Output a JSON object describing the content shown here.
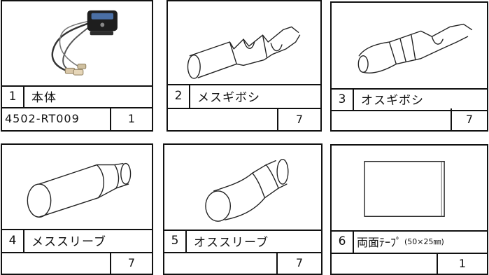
{
  "parts": [
    {
      "number": "1",
      "name": "本体",
      "code": "4502-RT009",
      "quantity": "1"
    },
    {
      "number": "2",
      "name": "メスギボシ",
      "code": "",
      "quantity": "7"
    },
    {
      "number": "3",
      "name": "オスギボシ",
      "code": "",
      "quantity": "7"
    },
    {
      "number": "4",
      "name": "メススリーブ",
      "code": "",
      "quantity": "7"
    },
    {
      "number": "5",
      "name": "オススリーブ",
      "code": "",
      "quantity": "7"
    },
    {
      "number": "6",
      "name": "両面ﾃｰﾌﾟ",
      "name_note": "(50×25㎜)",
      "code": "",
      "quantity": "1"
    }
  ],
  "colors": {
    "line": "#111111",
    "background": "#ffffff",
    "device_body": "#1e1e1e",
    "device_led": "#4a6fa5"
  }
}
